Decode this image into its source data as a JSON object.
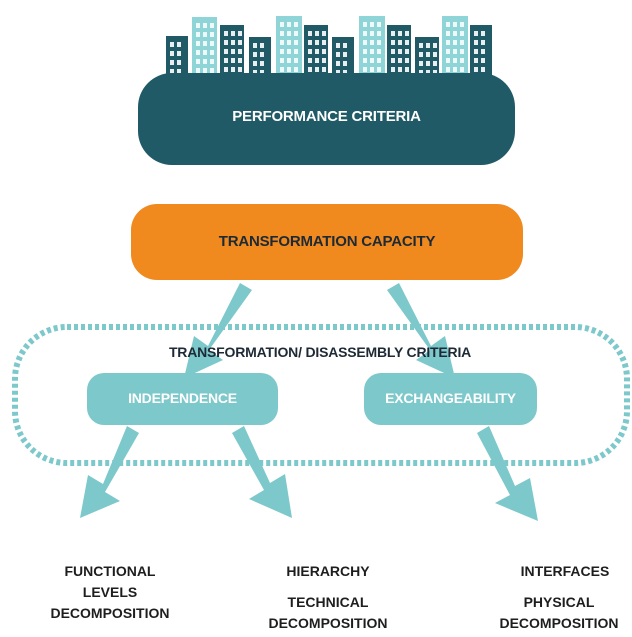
{
  "colors": {
    "dark_teal": "#1f5a66",
    "light_teal": "#7dc8cb",
    "orange": "#f08a1f",
    "building_light": "#8fd4d6",
    "text_dark": "#1d2a35"
  },
  "nodes": {
    "performance": "PERFORMANCE CRITERIA",
    "transformation": "TRANSFORMATION CAPACITY",
    "group_title": "TRANSFORMATION/ DISASSEMBLY CRITERIA",
    "independence": "INDEPENDENCE",
    "exchangeability": "EXCHANGEABILITY"
  },
  "leaves": {
    "functional_1": "FUNCTIONAL",
    "functional_2": "LEVELS",
    "functional_3": "DECOMPOSITION",
    "hierarchy": "HIERARCHY",
    "technical_1": "TECHNICAL",
    "technical_2": "DECOMPOSITION",
    "interfaces": "INTERFACES",
    "physical_1": "PHYSICAL",
    "physical_2": "DECOMPOSITION"
  }
}
